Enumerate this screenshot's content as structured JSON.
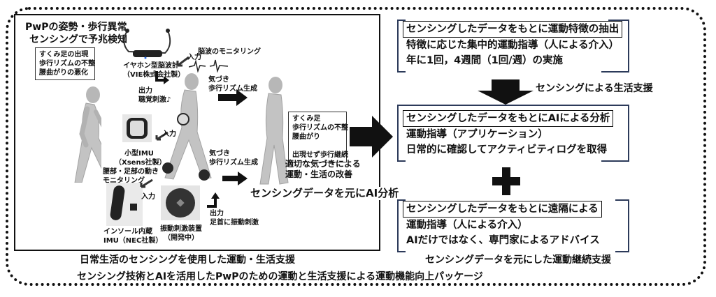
{
  "left_panel": {
    "title_lines": [
      "PwPの姿勢・歩行異常",
      "センシングで予兆検知"
    ],
    "symptom_box": [
      "すくみ足の出現",
      "歩行リズムの不整",
      "腰曲がりの悪化"
    ],
    "earphone_label": [
      "イヤホン型脳波計",
      "（VIE株式会社製）"
    ],
    "input_label_1": "入力",
    "brainwave_label": "脳波のモニタリング",
    "awareness_top": [
      "気づき",
      "歩行リズム生成"
    ],
    "output_audio": [
      "出力",
      "聴覚刺激♪"
    ],
    "input_label_2": "入力",
    "imu_label": [
      "小型IMU",
      "（Xsens社製）"
    ],
    "motion_label": [
      "腰部・足部の動き",
      "モニタリング"
    ],
    "awareness_bottom": [
      "気づき",
      "歩行リズム生成"
    ],
    "input_label_3": "入力",
    "insole_label": [
      "インソール内蔵",
      "IMU（NEC社製）"
    ],
    "vibration_label": [
      "振動刺激装置",
      "（開発中）"
    ],
    "output_vibration": [
      "出力",
      "足首に振動刺激"
    ],
    "result_box": [
      "すくみ足",
      "歩行リズムの不整",
      "腰曲がり",
      "",
      "出現せず歩行継続"
    ],
    "improvement": [
      "適切な気づきによる",
      "運動・生活の改善"
    ],
    "caption": "日常生活のセンシングを使用した運動・生活支援"
  },
  "ai_analysis_label": "センシングデータを元にAI分析",
  "right_panel": {
    "block1": {
      "highlight": "センシングしたデータをもとに運動特徴の抽出",
      "lines": [
        "特徴に応じた集中的運動指導（人による介入）",
        "年に1回，4週間（1回/週）の実施"
      ]
    },
    "arrow_label": "センシングによる生活支援",
    "block2": {
      "highlight": "センシングしたデータをもとにAIによる分析",
      "lines": [
        "運動指導（アプリケーション）",
        "日常的に確認してアクティビティログを取得"
      ]
    },
    "block3": {
      "highlight": "センシングしたデータをもとに遠隔による",
      "lines": [
        "運動指導（人による介入）",
        "AIだけではなく、専門家によるアドバイス"
      ]
    },
    "caption": "センシングデータを元にした運動継続支援"
  },
  "footer_caption": "センシング技術とAIを活用したPwPのための運動と生活支援による運動機能向上パッケージ",
  "colors": {
    "bracket": "#2c3a5a",
    "ink": "#111111",
    "figure": "#b8b8b8"
  }
}
